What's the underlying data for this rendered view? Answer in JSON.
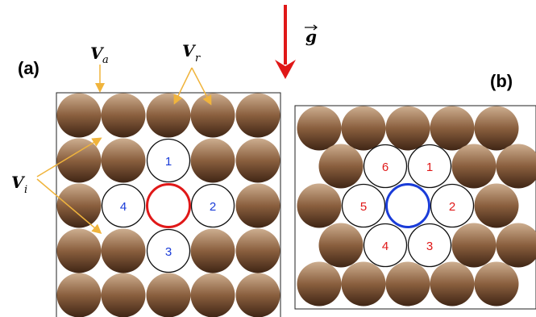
{
  "panels": {
    "a": {
      "label": "(a)",
      "vacancy_color": "#e01818",
      "number_color": "#1a3cd8",
      "neighbors": [
        "1",
        "2",
        "3",
        "4"
      ]
    },
    "b": {
      "label": "(b)",
      "vacancy_color": "#1a3cd8",
      "number_color": "#e01818",
      "neighbors": [
        "1",
        "2",
        "3",
        "4",
        "5",
        "6"
      ]
    }
  },
  "labels": {
    "va_main": "V",
    "va_sub": "a",
    "vr_main": "V",
    "vr_sub": "r",
    "vi_main": "V",
    "vi_sub": "i",
    "g_vector": "g"
  },
  "colors": {
    "particle_light": "#c9a98a",
    "particle_dark": "#4a2d1a",
    "annotation_arrow": "#f0b43c",
    "gravity_arrow": "#e01818"
  }
}
